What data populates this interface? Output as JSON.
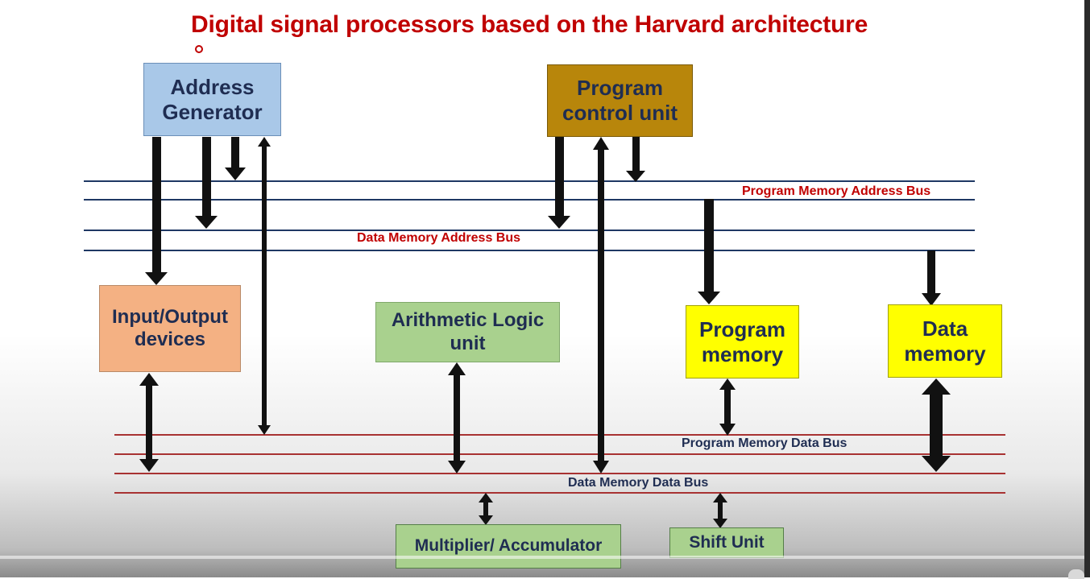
{
  "title": "Digital signal processors based on the Harvard architecture",
  "blocks": {
    "address_generator": "Address\nGenerator",
    "program_control_unit": "Program\ncontrol unit",
    "io_devices": "Input/Output\ndevices",
    "alu": "Arithmetic Logic\nunit",
    "program_memory": "Program\nmemory",
    "data_memory": "Data\nmemory",
    "multiplier_accumulator": "Multiplier/ Accumulator",
    "shift_unit": "Shift Unit"
  },
  "buses": {
    "program_memory_address_bus": "Program Memory Address Bus",
    "data_memory_address_bus": "Data Memory Address Bus",
    "program_memory_data_bus": "Program Memory Data Bus",
    "data_memory_data_bus": "Data Memory Data Bus"
  },
  "colors": {
    "title": "#c00000",
    "address_bus_lines": "#1f3864",
    "data_bus_lines": "#a83232",
    "address_generator": "#a9c8e8",
    "program_control_unit": "#b8860b",
    "io_devices": "#f4b183",
    "alu": "#a9d18e",
    "memory": "#ffff00"
  }
}
